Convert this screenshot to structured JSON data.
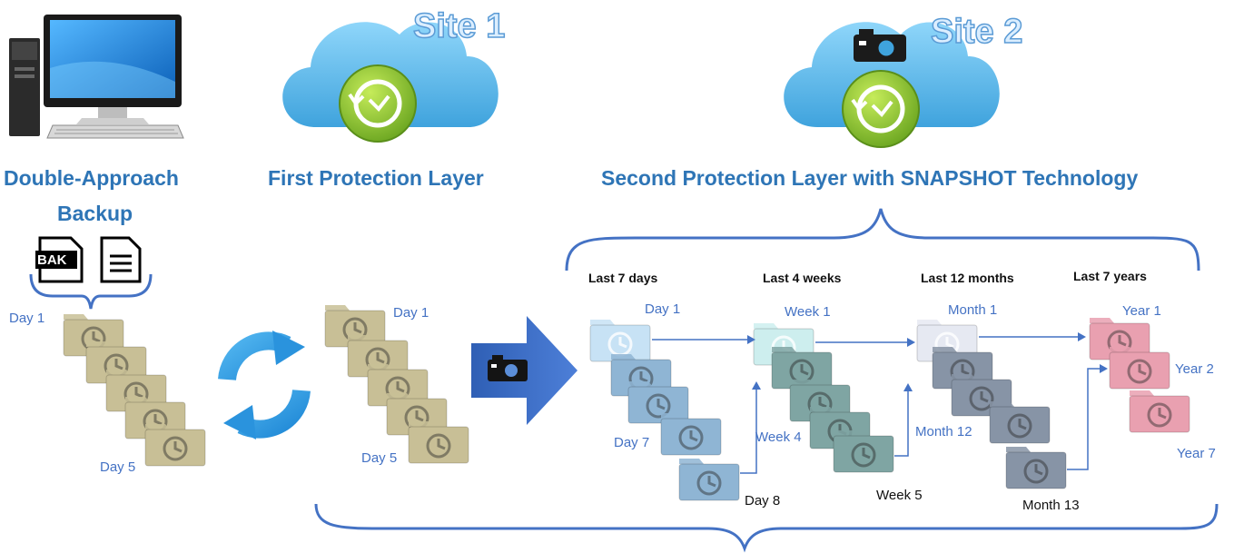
{
  "colors": {
    "accent_blue": "#2e75b6",
    "label_blue": "#4472c4",
    "cloud_blue": "#6cc1f0",
    "lime_green": "#8dc63f",
    "folder_tan": "#c8bf96",
    "folder_blue": "#8fb5d4",
    "folder_teal": "#7fa5a3",
    "folder_slate": "#8794a6",
    "folder_pink": "#e9a0b0",
    "arrow_blue": "#4472c4"
  },
  "icons": [
    "desktop-computer-icon",
    "cloud-icon",
    "backup-clock-icon",
    "camera-icon",
    "bak-file-icon",
    "document-icon",
    "sync-arrows-icon",
    "folder-icon"
  ],
  "sites": {
    "site1": "Site 1",
    "site2": "Site 2"
  },
  "headings": {
    "local": "Double-Approach",
    "local2": "Backup",
    "layer1": "First Protection Layer",
    "layer2": "Second Protection Layer with SNAPSHOT Technology"
  },
  "bak_badge": "BAK",
  "local_stack": {
    "first": "Day 1",
    "last": "Day 5"
  },
  "site1_stack": {
    "first": "Day 1",
    "last": "Day 5"
  },
  "columns": [
    {
      "title": "Last 7 days",
      "first": "Day 1",
      "last": "Day 7",
      "next": "Day 8"
    },
    {
      "title": "Last 4 weeks",
      "first": "Week 1",
      "last": "Week 4",
      "next": "Week 5"
    },
    {
      "title": "Last 12 months",
      "first": "Month 1",
      "last": "Month 12",
      "next": "Month 13"
    },
    {
      "title": "Last 7 years",
      "first": "Year 1",
      "last": "Year 7",
      "second": "Year 2"
    }
  ]
}
